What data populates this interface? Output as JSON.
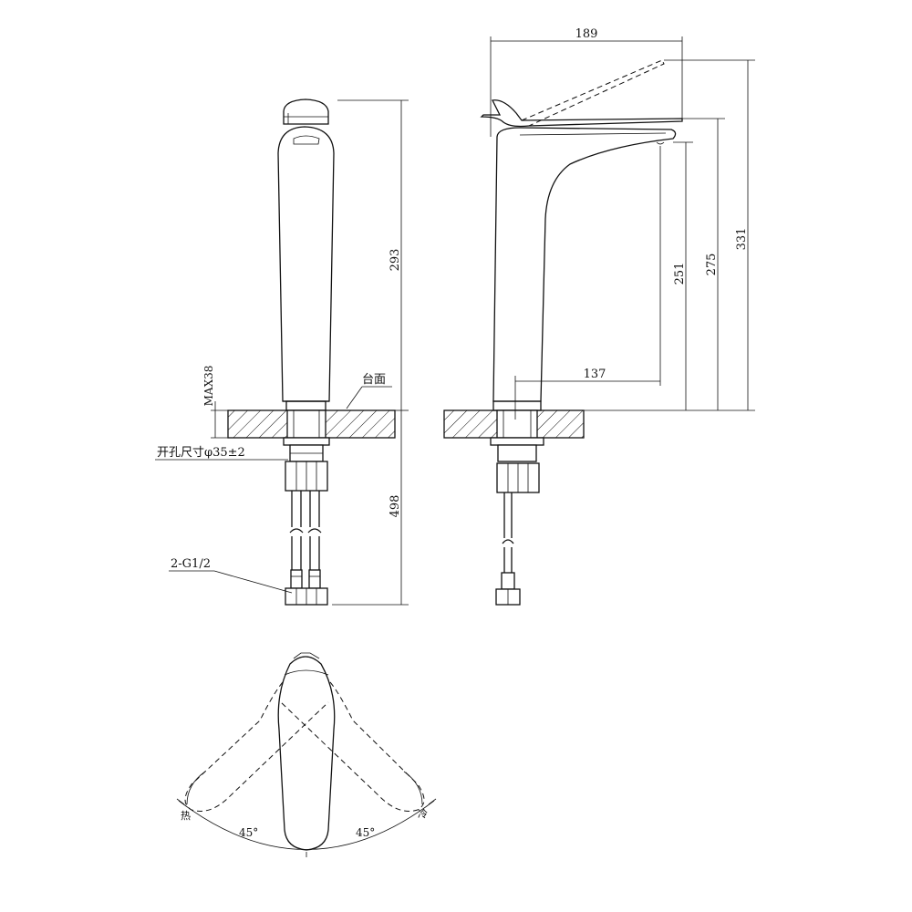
{
  "dimensions": {
    "front_height": "293",
    "counter_max": "MAX38",
    "hose_length": "498",
    "side_width": "189",
    "side_h1": "331",
    "side_h2": "275",
    "side_h3": "251",
    "side_reach": "137"
  },
  "labels": {
    "countertop": "台面",
    "hole_size": "开孔尺寸φ35±2",
    "thread": "2-G1/2",
    "hot": "热",
    "cold": "冷",
    "angle_left": "45°",
    "angle_right": "45°"
  }
}
